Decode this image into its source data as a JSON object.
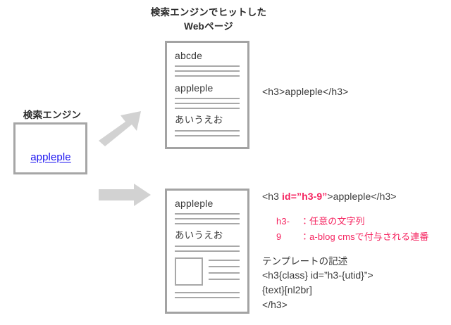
{
  "diagram": {
    "title_line1": "検索エンジンでヒットした",
    "title_line2": "Webページ",
    "engine_label": "検索エンジン",
    "engine_query": "appleple",
    "arrow_up_name": "arrow-up-right",
    "arrow_right_name": "arrow-right"
  },
  "cards": [
    {
      "name": "result-page-card-1",
      "heading_1": "abcde",
      "heading_2": "appleple",
      "heading_3": "あいうえお"
    },
    {
      "name": "result-page-card-2",
      "heading_1": "appleple",
      "heading_2": "あいうえお"
    }
  ],
  "code": {
    "simple_h3": "<h3>appleple</h3>",
    "id_h3_prefix": "<h3 ",
    "id_h3_highlight": "id=”h3-9”",
    "id_h3_suffix": ">appleple</h3>"
  },
  "notes": [
    {
      "key": "h3-",
      "value": "：任意の文字列"
    },
    {
      "key": "9",
      "value": "：a-blog cmsで付与される連番"
    }
  ],
  "template": {
    "label": "テンプレートの記述",
    "line1": "<h3{class} id=”h3-{utid}”>",
    "line2": "{text}[nl2br]",
    "line3": "</h3>"
  },
  "colors": {
    "accent_red": "#f5235f",
    "link_blue": "#1a12f0",
    "border_gray": "#a3a3a3",
    "rule_gray": "#a8a8a8",
    "arrow_gray": "#d2d2d2",
    "text_dark": "#3a3a3a"
  }
}
